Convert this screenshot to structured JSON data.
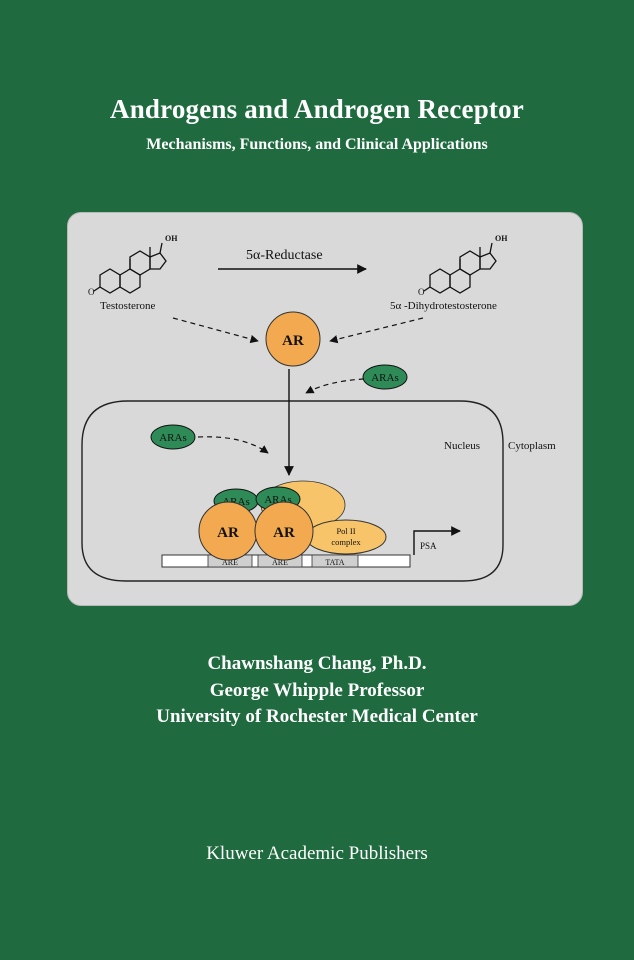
{
  "book": {
    "title": "Androgens and Androgen Receptor",
    "subtitle": "Mechanisms, Functions, and Clinical Applications",
    "author_name": "Chawnshang Chang, Ph.D.",
    "author_title": "George Whipple Professor",
    "author_affiliation": "University of Rochester Medical Center",
    "publisher": "Kluwer Academic Publishers"
  },
  "diagram": {
    "enzyme_label": "5α-Reductase",
    "testosterone_label": "Testosterone",
    "dht_label": "5α -Dihydrotestosterone",
    "ar_label": "AR",
    "ara_label": "ARAs",
    "nucleus_label": "Nucleus",
    "cytoplasm_label": "Cytoplasm",
    "polii_line1": "Pol II",
    "polii_line2": "complex",
    "psa_label": "PSA",
    "are_label": "ARE",
    "tata_label": "TATA",
    "oh_label": "OH",
    "colors": {
      "background": "#1f6b3f",
      "panel": "#d9d9d9",
      "ar_orange": "#f2a94f",
      "ara_green": "#2e8b57",
      "pol_yellow": "#f7c46a"
    }
  }
}
